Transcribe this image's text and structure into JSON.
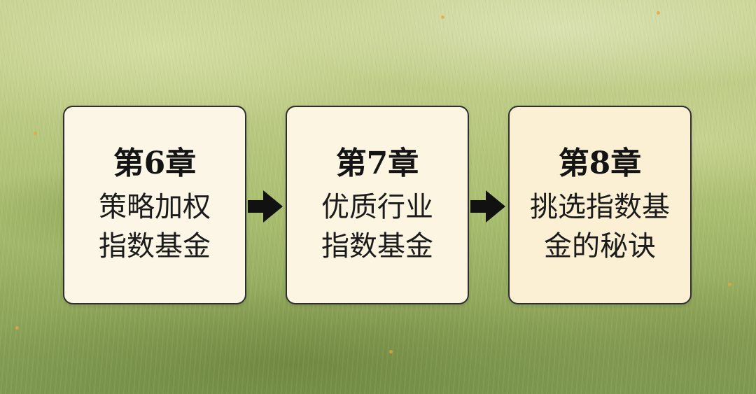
{
  "steps": [
    {
      "chapter": "第6章",
      "lines": [
        "策略加权",
        "指数基金"
      ]
    },
    {
      "chapter": "第7章",
      "lines": [
        "优质行业",
        "指数基金"
      ]
    },
    {
      "chapter": "第8章",
      "lines": [
        "挑选指数基",
        "金的秘诀"
      ]
    }
  ],
  "connectors": [
    {
      "icon": "arrow-right-icon"
    },
    {
      "icon": "arrow-right-icon"
    }
  ],
  "colors": {
    "card_1": "#fbf6e6",
    "card_2": "#fbf5e2",
    "card_3": "#fbf0d4",
    "border": "#2f2f2f",
    "arrow": "#111111",
    "background_grass": "#a9bd6f"
  }
}
